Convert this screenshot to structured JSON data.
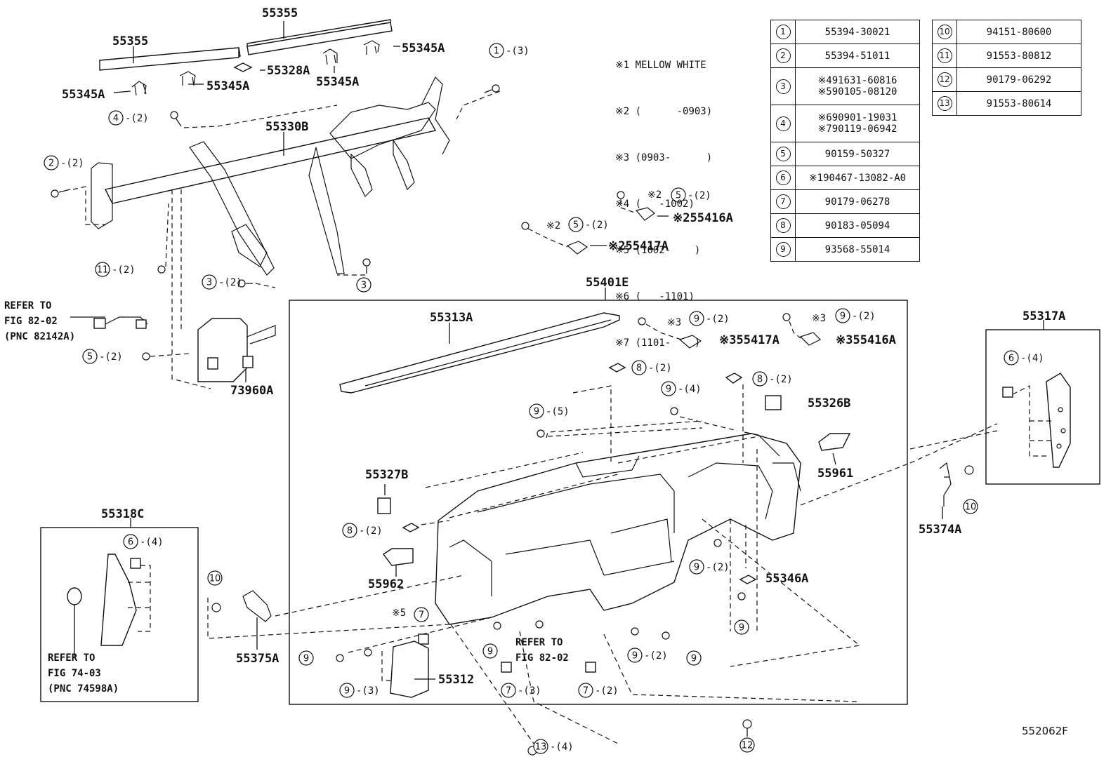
{
  "diagram_id": "552062F",
  "notes": [
    "※1 MELLOW WHITE",
    "※2 (      -0903)",
    "※3 (0903-      )",
    "※4 (   -1002)",
    "※5 (1002-    )",
    "※6 (   -1101)",
    "※7 (1101-    )"
  ],
  "legend_left": [
    {
      "key": "1",
      "lines": [
        "55394-30021"
      ]
    },
    {
      "key": "2",
      "lines": [
        "55394-51011"
      ]
    },
    {
      "key": "3",
      "lines": [
        "※491631-60816",
        "※590105-08120"
      ]
    },
    {
      "key": "4",
      "lines": [
        "※690901-19031",
        "※790119-06942"
      ]
    },
    {
      "key": "5",
      "lines": [
        "90159-50327"
      ]
    },
    {
      "key": "6",
      "lines": [
        "※190467-13082-A0"
      ]
    },
    {
      "key": "7",
      "lines": [
        "90179-06278"
      ]
    },
    {
      "key": "8",
      "lines": [
        "90183-05094"
      ]
    },
    {
      "key": "9",
      "lines": [
        "93568-55014"
      ]
    }
  ],
  "legend_right": [
    {
      "key": "10",
      "lines": [
        "94151-80600"
      ]
    },
    {
      "key": "11",
      "lines": [
        "91553-80812"
      ]
    },
    {
      "key": "12",
      "lines": [
        "90179-06292"
      ]
    },
    {
      "key": "13",
      "lines": [
        "91553-80614"
      ]
    }
  ],
  "part_labels": {
    "p55355_top": "55355",
    "p55355_left": "55355",
    "p55345a_1": "55345A",
    "p55345a_2": "55345A",
    "p55345a_3": "55345A",
    "p55345a_4": "55345A",
    "p55328a": "55328A",
    "p55330b": "55330B",
    "p73960a": "73960A",
    "p55416a_1": "※255416A",
    "p55417a_1": "※255417A",
    "p55401e": "55401E",
    "p55313a": "55313A",
    "p55417a_2": "※355417A",
    "p55416a_2": "※355416A",
    "p55317a": "55317A",
    "p55326b": "55326B",
    "p55961": "55961",
    "p55327b": "55327B",
    "p55962": "55962",
    "p55318c": "55318C",
    "p55374a": "55374A",
    "p55346a": "55346A",
    "p55375a": "55375A",
    "p55312": "55312"
  },
  "refs": {
    "ref1": [
      "REFER TO",
      "FIG 82-02",
      "(PNC 82142A)"
    ],
    "ref2": [
      "REFER TO",
      "FIG 82-02"
    ],
    "ref3": [
      "REFER TO",
      "FIG 74-03",
      "(PNC 74598A)"
    ]
  },
  "callouts": [
    {
      "id": "c1",
      "num": "1",
      "text": "-(3)"
    },
    {
      "id": "c2",
      "num": "4",
      "text": "-(2)"
    },
    {
      "id": "c3",
      "num": "2",
      "text": "-(2)"
    },
    {
      "id": "c4",
      "num": "11",
      "text": "-(2)"
    },
    {
      "id": "c5",
      "num": "3",
      "text": "-(2)"
    },
    {
      "id": "c6",
      "num": "3",
      "text": ""
    },
    {
      "id": "c7",
      "num": "5",
      "text": "-(2)"
    },
    {
      "id": "c8",
      "num": "5",
      "text": "-(2)"
    },
    {
      "id": "c9",
      "num": "5",
      "text": "-(2)"
    },
    {
      "id": "c10",
      "num": "9",
      "text": "-(2)"
    },
    {
      "id": "c11",
      "num": "9",
      "text": "-(2)"
    },
    {
      "id": "c12",
      "num": "8",
      "text": "-(2)"
    },
    {
      "id": "c13",
      "num": "8",
      "text": "-(2)"
    },
    {
      "id": "c14",
      "num": "9",
      "text": "-(4)"
    },
    {
      "id": "c15",
      "num": "9",
      "text": "-(5)"
    },
    {
      "id": "c16",
      "num": "6",
      "text": "-(4)"
    },
    {
      "id": "c17",
      "num": "10",
      "text": ""
    },
    {
      "id": "c18",
      "num": "8",
      "text": "-(2)"
    },
    {
      "id": "c19",
      "num": "6",
      "text": "-(4)"
    },
    {
      "id": "c20",
      "num": "10",
      "text": ""
    },
    {
      "id": "c21",
      "num": "9",
      "text": "-(2)"
    },
    {
      "id": "c22",
      "num": "9",
      "text": ""
    },
    {
      "id": "c23",
      "num": "7",
      "text": ""
    },
    {
      "id": "c24",
      "num": "9",
      "text": ""
    },
    {
      "id": "c25",
      "num": "9",
      "text": "-(3)"
    },
    {
      "id": "c26",
      "num": "9",
      "text": ""
    },
    {
      "id": "c27",
      "num": "7",
      "text": "-(3)"
    },
    {
      "id": "c28",
      "num": "9",
      "text": "-(2)"
    },
    {
      "id": "c29",
      "num": "9",
      "text": ""
    },
    {
      "id": "c30",
      "num": "7",
      "text": "-(2)"
    },
    {
      "id": "c31",
      "num": "13",
      "text": "-(4)"
    },
    {
      "id": "c32",
      "num": "12",
      "text": ""
    }
  ],
  "mark_labels": {
    "m1": "※2",
    "m2": "※2",
    "m3": "※3",
    "m4": "※3",
    "m5": "※5"
  }
}
